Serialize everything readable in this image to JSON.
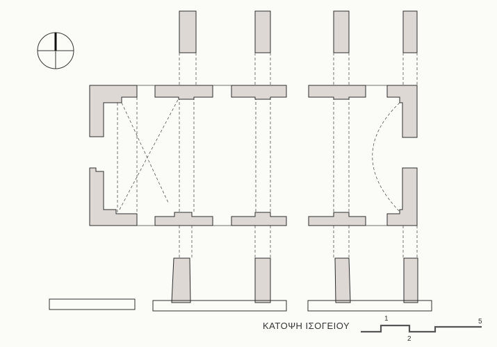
{
  "drawing": {
    "title": "ΚΑΤΟΨΗ ΙΣΟΓΕΙΟΥ",
    "scale_bar": {
      "labels": [
        "1",
        "2",
        "5"
      ]
    },
    "colors": {
      "wall_fill": "#ddd8d4",
      "line": "#2c2c2c",
      "paper": "#fbfbf8"
    },
    "icons": [
      "north-arrow-icon"
    ]
  }
}
